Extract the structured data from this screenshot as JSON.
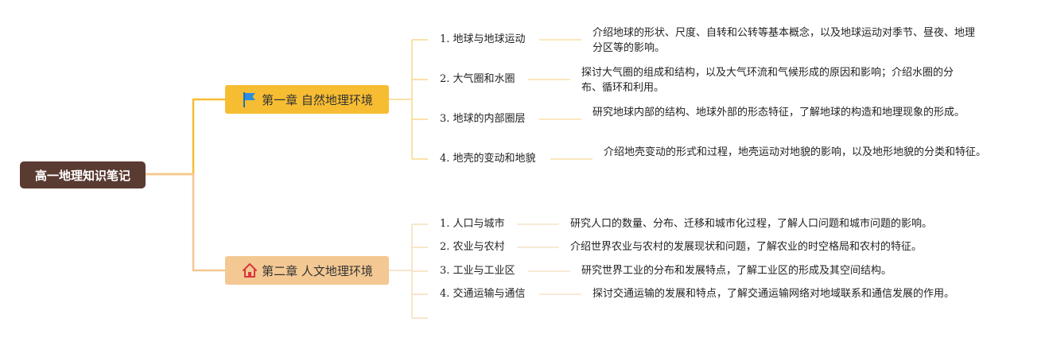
{
  "root": {
    "label": "高一地理知识笔记"
  },
  "chapters": [
    {
      "label": "第一章 自然地理环境",
      "icon": "flag-icon",
      "color": "#f7bd32",
      "topics": [
        {
          "label": "1. 地球与地球运动",
          "description": "介绍地球的形状、尺度、自转和公转等基本概念，以及地球运动对季节、昼夜、地理分区等的影响。"
        },
        {
          "label": "2. 大气圈和水圈",
          "description": "探讨大气圈的组成和结构，以及大气环流和气候形成的原因和影响；介绍水圈的分布、循环和利用。"
        },
        {
          "label": "3. 地球的内部圈层",
          "description": "研究地球内部的结构、地球外部的形态特征，了解地球的构造和地理现象的形成。"
        },
        {
          "label": "4. 地壳的变动和地貌",
          "description": "介绍地壳变动的形式和过程，地壳运动对地貌的影响，以及地形地貌的分类和特征。"
        }
      ]
    },
    {
      "label": "第二章 人文地理环境",
      "icon": "home-icon",
      "color": "#f3c893",
      "topics": [
        {
          "label": "1. 人口与城市",
          "description": "研究人口的数量、分布、迁移和城市化过程，了解人口问题和城市问题的影响。"
        },
        {
          "label": "2. 农业与农村",
          "description": "介绍世界农业与农村的发展现状和问题，了解农业的时空格局和农村的特征。"
        },
        {
          "label": "3. 工业与工业区",
          "description": "研究世界工业的分布和发展特点，了解工业区的形成及其空间结构。"
        },
        {
          "label": "4. 交通运输与通信",
          "description": "探讨交通运输的发展和特点，了解交通运输网络对地域联系和通信发展的作用。"
        }
      ]
    }
  ]
}
